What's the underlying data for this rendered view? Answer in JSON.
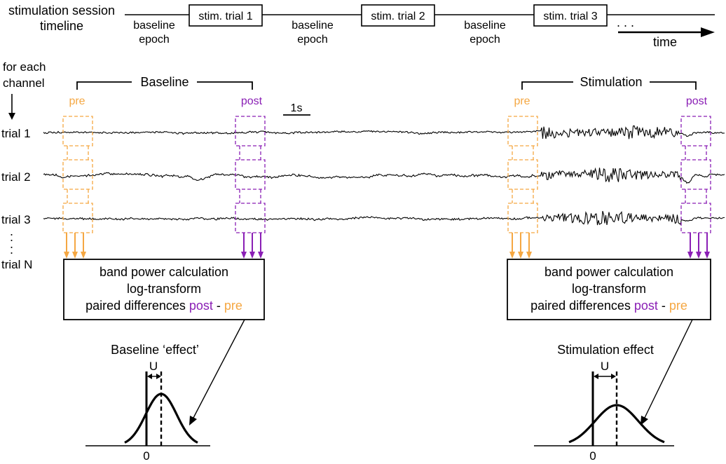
{
  "timeline": {
    "label_line1": "stimulation session",
    "label_line2": "timeline",
    "trials": [
      "stim. trial 1",
      "stim. trial 2",
      "stim. trial 3"
    ],
    "epoch_line1": "baseline",
    "epoch_line2": "epoch",
    "ellipsis": ". . .",
    "time_label": "time"
  },
  "channel": {
    "line1": "for each",
    "line2": "channel"
  },
  "trials": {
    "labels": [
      "trial 1",
      "trial 2",
      "trial 3",
      "trial N"
    ],
    "dots": ":"
  },
  "sections": {
    "baseline": "Baseline",
    "stimulation": "Stimulation",
    "pre": "pre",
    "post": "post",
    "scale": "1s"
  },
  "processing_box": {
    "line1": "band power calculation",
    "line2": "log-transform",
    "line3_prefix": "paired differences ",
    "line3_post": "post",
    "line3_sep": " - ",
    "line3_pre": "pre"
  },
  "distributions": {
    "baseline_title": "Baseline ‘effect’",
    "stim_title": "Stimulation effect",
    "u_label": "U",
    "zero_label": "0"
  },
  "colors": {
    "pre": "#F5A742",
    "post": "#8A1FB5",
    "ink": "#000000"
  }
}
